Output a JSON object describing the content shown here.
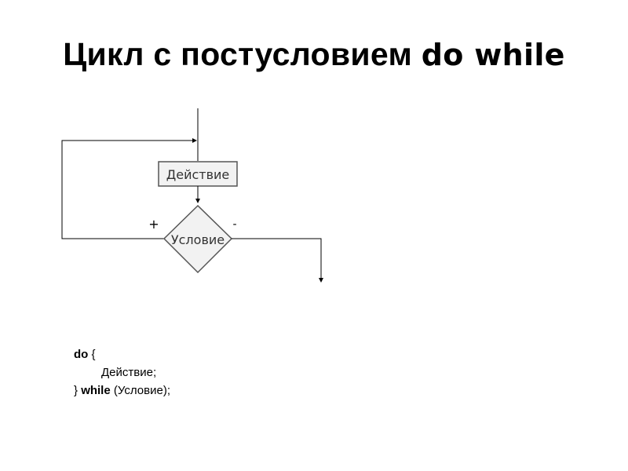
{
  "title": {
    "main": "Цикл с постусловием",
    "keyword": "do while"
  },
  "flowchart": {
    "action_label": "Действие",
    "condition_label": "Условие",
    "true_label": "+",
    "false_label": "-"
  },
  "code": {
    "line1_kw": "do",
    "line1_rest": " {",
    "line2": "Действие;",
    "line3_pre": "} ",
    "line3_kw": "while",
    "line3_rest": " (Условие);"
  }
}
